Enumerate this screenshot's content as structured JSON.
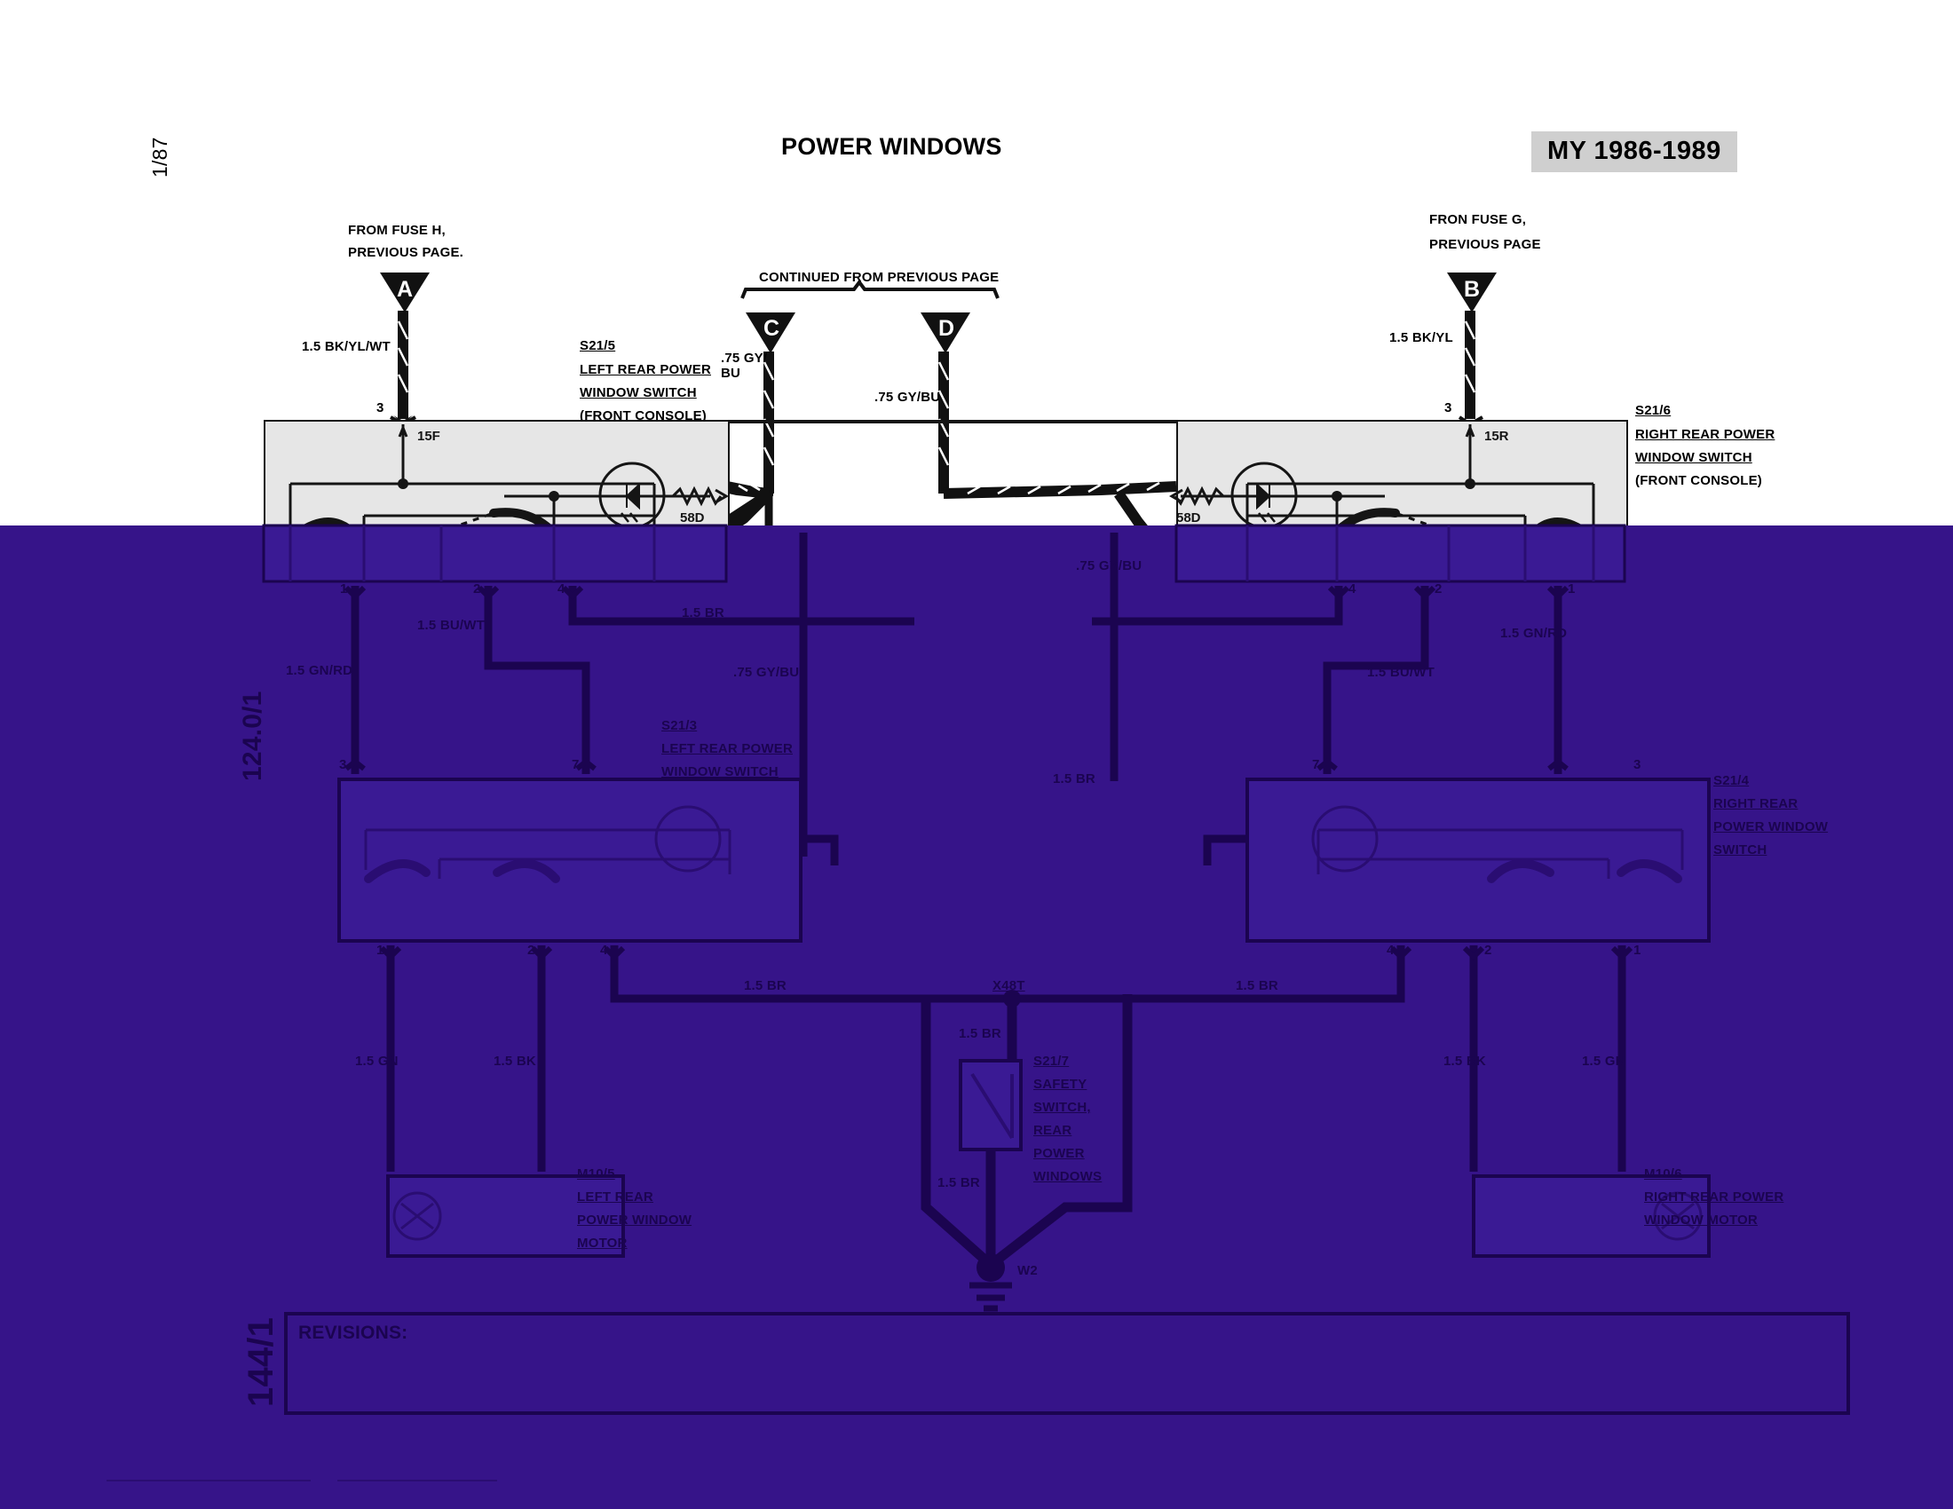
{
  "sheet": {
    "title": "POWER WINDOWS",
    "model_year_badge": "MY 1986-1989",
    "date_stamp": "1/87",
    "page_ref_left": "124.0/1",
    "page_ref_bottom": "144/1",
    "revisions_label": "REVISIONS:"
  },
  "connectors": [
    {
      "id": "A",
      "letter": "A",
      "note_line1": "FROM FUSE H,",
      "note_line2": "PREVIOUS PAGE."
    },
    {
      "id": "B",
      "letter": "B",
      "note_line1": "FRON FUSE G,",
      "note_line2": "PREVIOUS PAGE"
    },
    {
      "id": "C",
      "letter": "C",
      "note_line1": "",
      "note_line2": ""
    },
    {
      "id": "D",
      "letter": "D",
      "note_line1": "",
      "note_line2": ""
    }
  ],
  "bracket_note": "CONTINUED FROM PREVIOUS PAGE",
  "components": [
    {
      "code": "S21/5",
      "name_lines": [
        "LEFT REAR POWER",
        "WINDOW SWITCH",
        "(FRONT CONSOLE)"
      ],
      "terminals": [
        "3",
        "1",
        "2",
        "4"
      ],
      "internal_labels": [
        "15F",
        "58D"
      ]
    },
    {
      "code": "S21/6",
      "name_lines": [
        "RIGHT REAR POWER",
        "WINDOW SWITCH",
        "(FRONT CONSOLE)"
      ],
      "terminals": [
        "3",
        "4",
        "2",
        "1"
      ],
      "internal_labels": [
        "15R",
        "58D"
      ]
    },
    {
      "code": "S21/3",
      "name_lines": [
        "LEFT REAR POWER",
        "WINDOW SWITCH"
      ],
      "terminals": [
        "3",
        "7",
        "1",
        "2",
        "4"
      ],
      "internal_labels": []
    },
    {
      "code": "S21/4",
      "name_lines": [
        "RIGHT REAR",
        "POWER WINDOW",
        "SWITCH"
      ],
      "terminals": [
        "7",
        "3",
        "4",
        "2",
        "1"
      ],
      "internal_labels": []
    },
    {
      "code": "S21/7",
      "name_lines": [
        "SAFETY",
        "SWITCH,",
        "REAR",
        "POWER",
        "WINDOWS"
      ],
      "terminals": [],
      "internal_labels": []
    },
    {
      "code": "M10/5",
      "name_lines": [
        "LEFT REAR",
        "POWER WINDOW",
        "MOTOR"
      ],
      "terminals": [],
      "internal_labels": []
    },
    {
      "code": "M10/6",
      "name_lines": [
        "RIGHT REAR POWER",
        "WINDOW MOTOR"
      ],
      "terminals": [],
      "internal_labels": []
    }
  ],
  "splices": [
    {
      "code": "X48T"
    },
    {
      "code": "W2"
    }
  ],
  "wire_labels": [
    {
      "text": "1.5 BK/YL/WT"
    },
    {
      "text": "1.5 BK/YL"
    },
    {
      "text": ".75 GY/\nBU"
    },
    {
      "text": ".75 GY/BU"
    },
    {
      "text": "1.5 GN/RD"
    },
    {
      "text": "1.5 BU/WT"
    },
    {
      "text": "1.5 BR"
    },
    {
      "text": ".75 GY/BU"
    },
    {
      "text": ".75 GY/BU"
    },
    {
      "text": "1.5 BU/WT"
    },
    {
      "text": "1.5 GN/RD"
    },
    {
      "text": "1.5 BR"
    },
    {
      "text": "1.5 BR"
    },
    {
      "text": "1.5 BR"
    },
    {
      "text": "1.5 GN"
    },
    {
      "text": "1.5 BK"
    },
    {
      "text": "1.5 BK"
    },
    {
      "text": "1.5 GN"
    },
    {
      "text": "1.5 BR"
    },
    {
      "text": "1.5 BR"
    }
  ],
  "left_top": {
    "conn_note1": "FROM FUSE H,",
    "conn_note2": "PREVIOUS PAGE.",
    "wire": "1.5 BK/YL/WT",
    "pin": "3",
    "fuse_tag": "15F",
    "motor_tag": "58D",
    "code": "S21/5",
    "n1": "LEFT REAR POWER",
    "n2": "WINDOW SWITCH",
    "n3": "(FRONT CONSOLE)",
    "t1": "1",
    "t2": "2",
    "t4": "4"
  },
  "right_top": {
    "conn_note1": "FRON FUSE G,",
    "conn_note2": "PREVIOUS PAGE",
    "wire": "1.5 BK/YL",
    "pin": "3",
    "fuse_tag": "15R",
    "motor_tag": "58D",
    "code": "S21/6",
    "n1": "RIGHT REAR POWER",
    "n2": "WINDOW SWITCH",
    "n3": "(FRONT CONSOLE)",
    "t1": "1",
    "t2": "2",
    "t4": "4"
  },
  "center": {
    "bracket": "CONTINUED FROM PREVIOUS PAGE",
    "c_letter": "C",
    "d_letter": "D",
    "c_wire": ".75 GY/\nBU",
    "d_wire": ".75 GY/BU"
  },
  "left_mid": {
    "code": "S21/3",
    "n1": "LEFT REAR POWER",
    "n2": "WINDOW SWITCH",
    "w_gnrd": "1.5 GN/RD",
    "w_buwt": "1.5 BU/WT",
    "w_br_top": "1.5 BR",
    "w_gybu": ".75 GY/BU",
    "t3": "3",
    "t7": "7",
    "b1": "1",
    "b2": "2",
    "b4": "4",
    "w_br_bot": "1.5 BR",
    "w_gn": "1.5 GN",
    "w_bk": "1.5 BK"
  },
  "right_mid": {
    "code": "S21/4",
    "n1": "RIGHT REAR",
    "n2": "POWER WINDOW",
    "n3": "SWITCH",
    "w_gnrd": "1.5 GN/RD",
    "w_buwt": "1.5 BU/WT",
    "w_br_top": "1.5 BR",
    "w_gybu": ".75 GY/BU",
    "t3": "3",
    "t7": "7",
    "b1": "1",
    "b2": "2",
    "b4": "4",
    "w_br_bot": "1.5 BR",
    "w_gn": "1.5 GN",
    "w_bk": "1.5 BK"
  },
  "center_lower": {
    "splice": "X48T",
    "w_br_1": "1.5 BR",
    "code": "S21/7",
    "n1": "SAFETY",
    "n2": "SWITCH,",
    "n3": "REAR",
    "n4": "POWER",
    "n5": "WINDOWS",
    "w_br_2": "1.5 BR",
    "ground": "W2"
  },
  "left_motor": {
    "code": "M10/5",
    "n1": "LEFT REAR",
    "n2": "POWER WINDOW",
    "n3": "MOTOR"
  },
  "right_motor": {
    "code": "M10/6",
    "n1": "RIGHT REAR POWER",
    "n2": "WINDOW MOTOR"
  },
  "colors": {
    "overlay_purple": "#361489",
    "ink_dark": "#1b0450",
    "box_grey": "#e6e6e6",
    "badge_grey": "#cfcfcf",
    "ink_black": "#000000"
  }
}
